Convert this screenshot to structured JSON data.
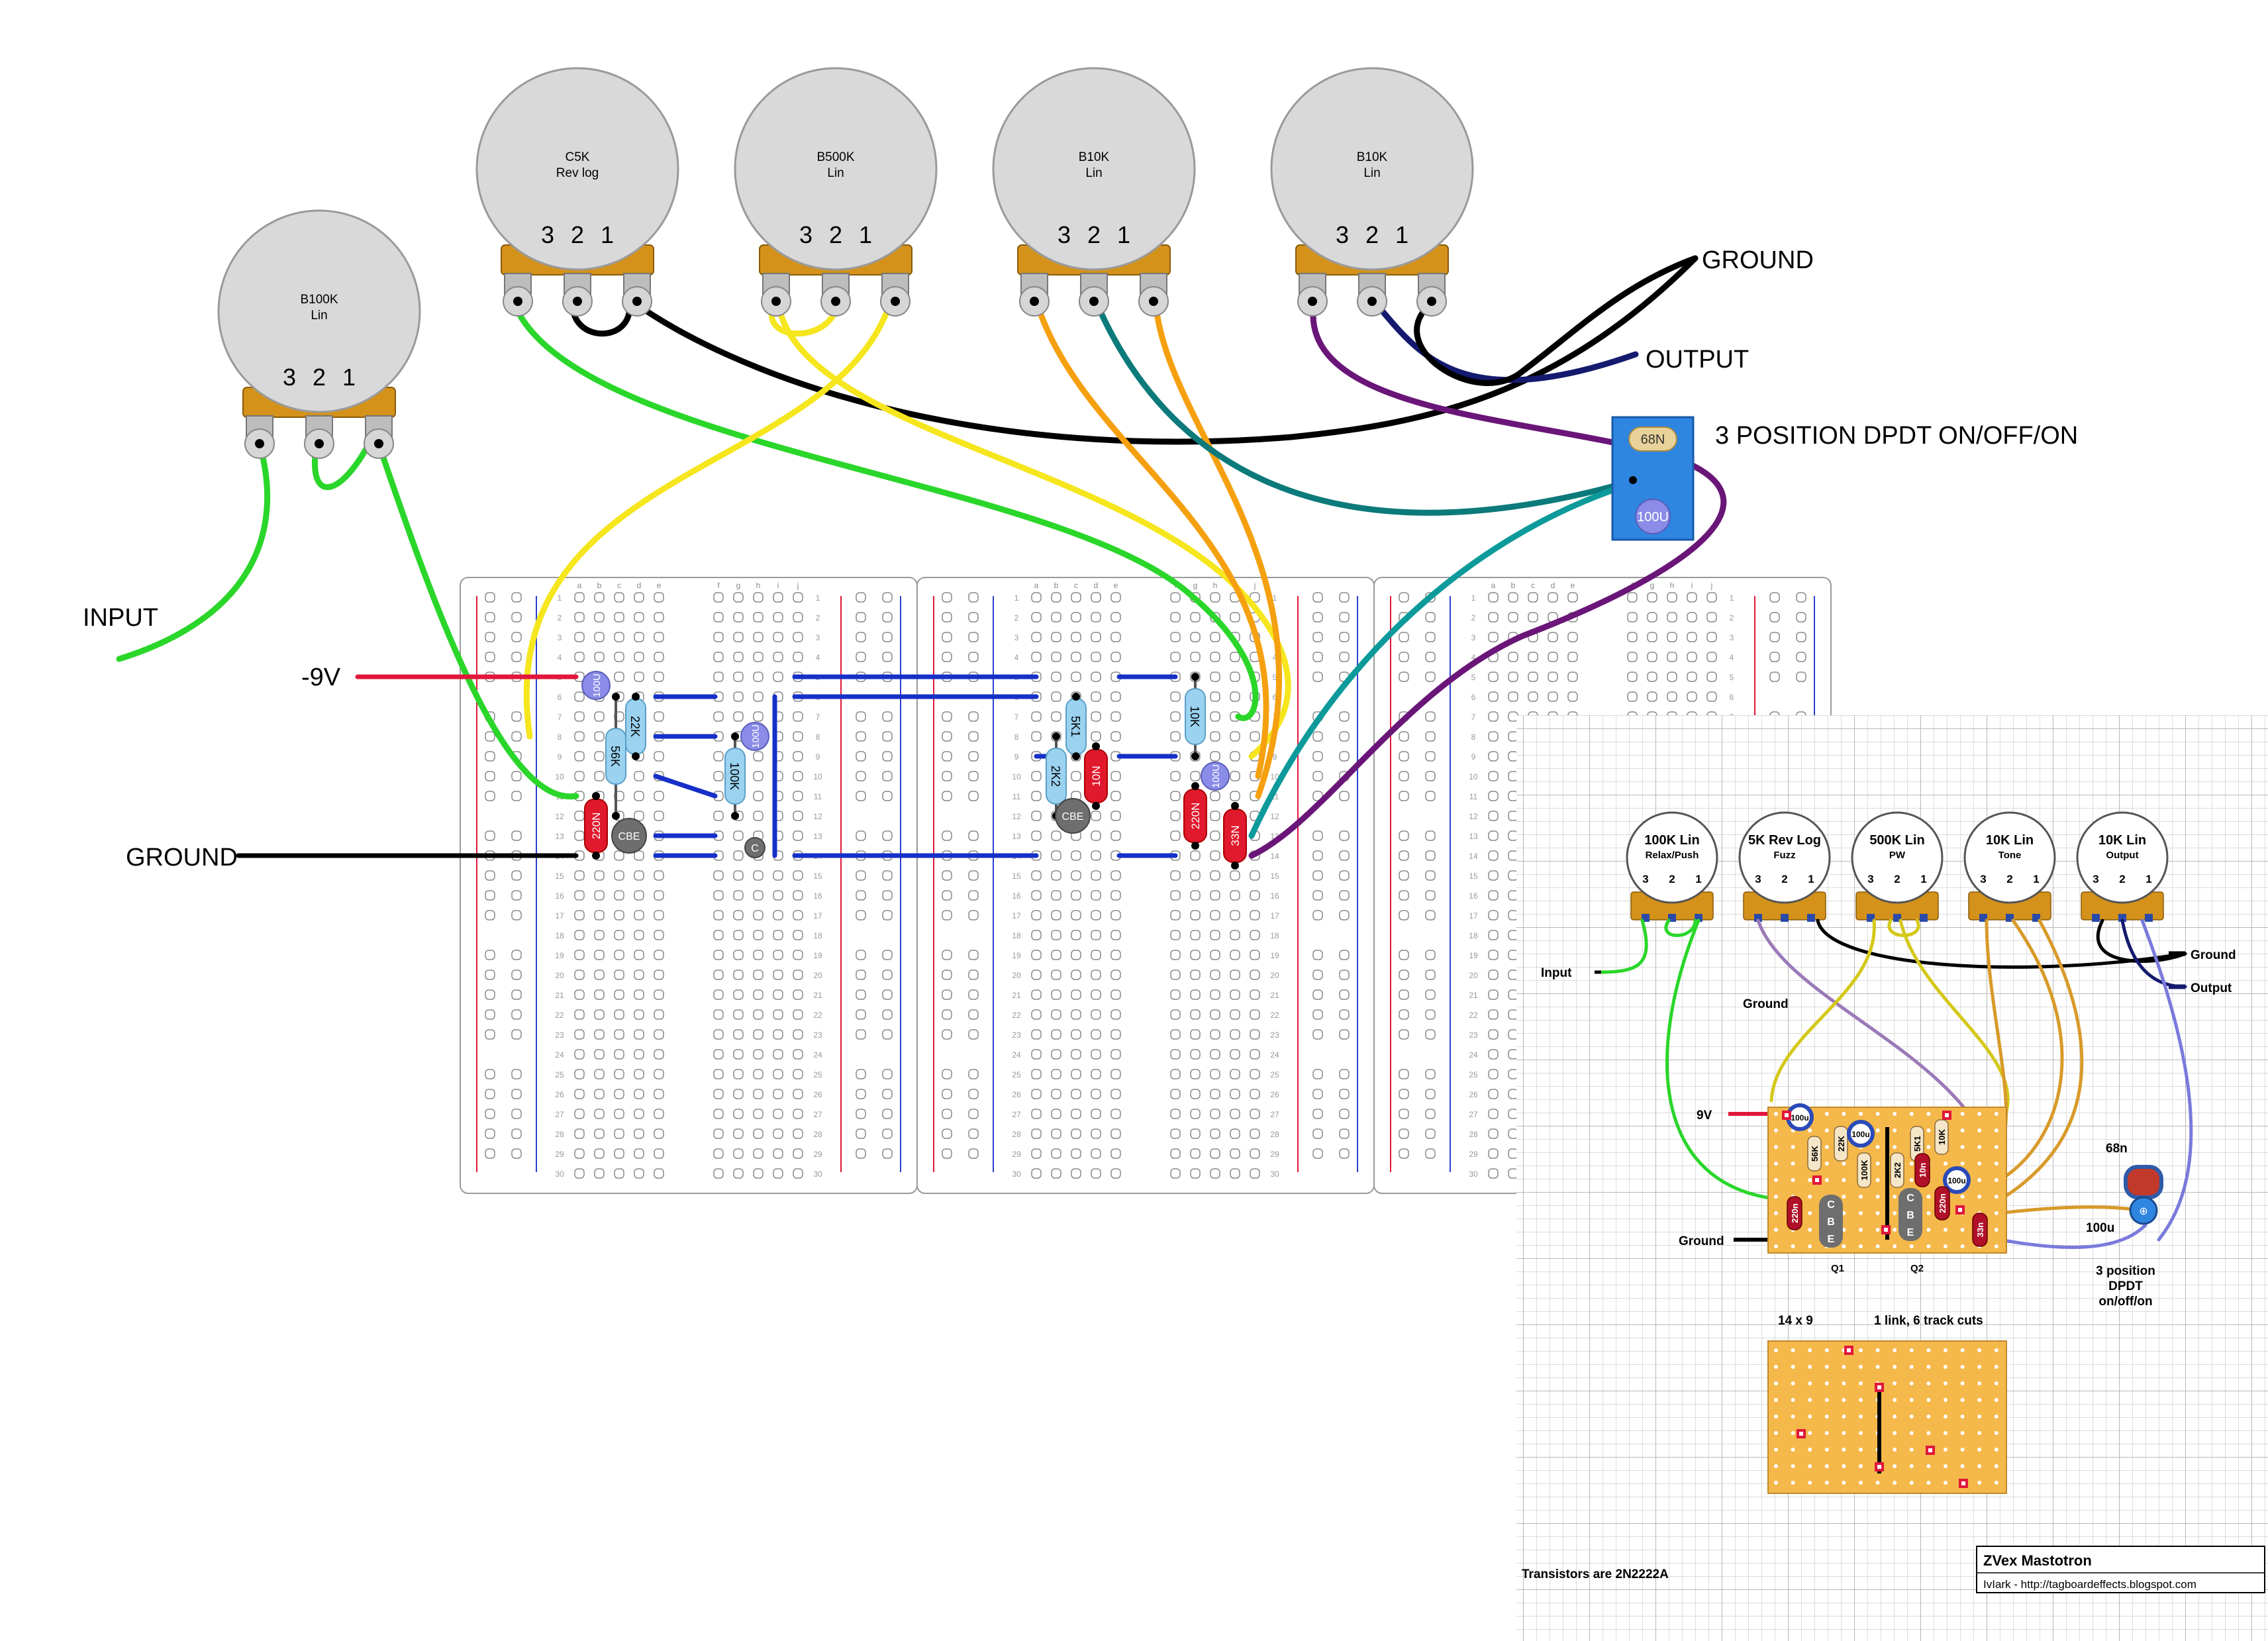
{
  "pots": [
    {
      "id": "pot-b100k",
      "value": "B100K",
      "taper": "Lin",
      "pins": [
        "3",
        "2",
        "1"
      ]
    },
    {
      "id": "pot-c5k",
      "value": "C5K",
      "taper": "Rev log",
      "pins": [
        "3",
        "2",
        "1"
      ]
    },
    {
      "id": "pot-b500k",
      "value": "B500K",
      "taper": "Lin",
      "pins": [
        "3",
        "2",
        "1"
      ]
    },
    {
      "id": "pot-b10k-a",
      "value": "B10K",
      "taper": "Lin",
      "pins": [
        "3",
        "2",
        "1"
      ]
    },
    {
      "id": "pot-b10k-b",
      "value": "B10K",
      "taper": "Lin",
      "pins": [
        "3",
        "2",
        "1"
      ]
    }
  ],
  "labels": {
    "input": "INPUT",
    "neg9v": "-9V",
    "ground_bb": "GROUND",
    "ground_top": "GROUND",
    "output_top": "OUTPUT",
    "switch_title": "3 POSITION DPDT ON/OFF/ON"
  },
  "switch": {
    "cap_top": "68N",
    "cap_bottom": "100U"
  },
  "breadboard": {
    "col_letters_left": [
      "a",
      "b",
      "c",
      "d",
      "e"
    ],
    "col_letters_right": [
      "f",
      "g",
      "h",
      "i",
      "j"
    ],
    "rows": 30
  },
  "bb_components": [
    {
      "id": "bb-56k",
      "kind": "resistor",
      "label": "56K"
    },
    {
      "id": "bb-22k",
      "kind": "resistor",
      "label": "22K"
    },
    {
      "id": "bb-100k",
      "kind": "resistor",
      "label": "100K"
    },
    {
      "id": "bb-100u-a",
      "kind": "electrolytic",
      "label": "100U"
    },
    {
      "id": "bb-100u-b",
      "kind": "electrolytic",
      "label": "100U"
    },
    {
      "id": "bb-100u-c",
      "kind": "electrolytic",
      "label": "100U"
    },
    {
      "id": "bb-220n-a",
      "kind": "film-cap",
      "label": "220N"
    },
    {
      "id": "bb-q1",
      "kind": "transistor",
      "label": "CBE"
    },
    {
      "id": "bb-q-small",
      "kind": "transistor",
      "label": "C"
    },
    {
      "id": "bb-2k2",
      "kind": "resistor",
      "label": "2K2"
    },
    {
      "id": "bb-5k1",
      "kind": "resistor",
      "label": "5K1"
    },
    {
      "id": "bb-10n",
      "kind": "film-cap",
      "label": "10N"
    },
    {
      "id": "bb-q2",
      "kind": "transistor",
      "label": "CBE"
    },
    {
      "id": "bb-10k",
      "kind": "resistor",
      "label": "10K"
    },
    {
      "id": "bb-220n-b",
      "kind": "film-cap",
      "label": "220N"
    },
    {
      "id": "bb-33n",
      "kind": "film-cap",
      "label": "33N"
    }
  ],
  "layout_panel": {
    "pots": [
      {
        "value": "100K Lin",
        "name": "Relax/Push",
        "pins": [
          "3",
          "2",
          "1"
        ]
      },
      {
        "value": "5K Rev Log",
        "name": "Fuzz",
        "pins": [
          "3",
          "2",
          "1"
        ]
      },
      {
        "value": "500K Lin",
        "name": "PW",
        "pins": [
          "3",
          "2",
          "1"
        ]
      },
      {
        "value": "10K Lin",
        "name": "Tone",
        "pins": [
          "3",
          "2",
          "1"
        ]
      },
      {
        "value": "10K Lin",
        "name": "Output",
        "pins": [
          "3",
          "2",
          "1"
        ]
      }
    ],
    "wire_labels": {
      "input": "Input",
      "ground_mid": "Ground",
      "ground_right": "Ground",
      "output_right": "Output",
      "nine_v": "9V",
      "ground_bottom": "Ground"
    },
    "switch_labels": {
      "cap_68n": "68n",
      "cap_100u": "100u",
      "desc_line1": "3 position",
      "desc_line2": "DPDT",
      "desc_line3": "on/off/on"
    },
    "transistor_labels": {
      "q1": "Q1",
      "q2": "Q2"
    },
    "board_components": [
      "100u",
      "56K",
      "22K",
      "100K",
      "100u",
      "2K2",
      "5K1",
      "10K",
      "10n",
      "100u",
      "220n",
      "220n",
      "33n"
    ],
    "board_transistor_pins": [
      "C",
      "B",
      "E"
    ],
    "strip_info": {
      "size": "14 x 9",
      "cuts": "1 link, 6 track cuts"
    },
    "footer": {
      "transistors": "Transistors are 2N2222A",
      "title": "ZVex Mastotron",
      "credit": "IvIark - http://tagboardeffects.blogspot.com"
    }
  },
  "colors": {
    "wire_green": "#2ad62a",
    "wire_yellow": "#f5e61e",
    "wire_orange": "#f5a00f",
    "wire_teal": "#0c7a7a",
    "wire_purple": "#6a1578",
    "wire_black": "#000000",
    "wire_navy": "#141a6e",
    "wire_red": "#e0173a",
    "bus_blue": "#1530c8",
    "pot_body": "#d9d9d9",
    "pot_base": "#d4921a",
    "resistor": "#9ad2f0",
    "film_cap": "#e0192d",
    "electrolytic": "#8a8ce8",
    "switch_blue": "#2f86e0",
    "stripboard": "#f5b84a"
  }
}
